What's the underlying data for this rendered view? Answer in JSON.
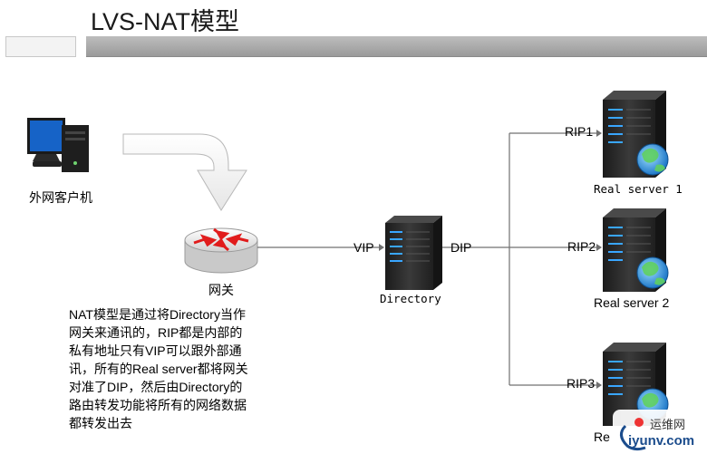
{
  "title": "LVS-NAT模型",
  "client_label": "外网客户机",
  "router_label": "网关",
  "vip_label": "VIP",
  "dip_label": "DIP",
  "directory_label": "Directory",
  "rip_labels": [
    "RIP1",
    "RIP2",
    "RIP3"
  ],
  "server_labels": [
    "Real server 1",
    "Real server 2",
    "Re"
  ],
  "description_lines": [
    "NAT模型是通过将Directory当作",
    "网关来通讯的，RIP都是内部的",
    "私有地址只有VIP可以跟外部通",
    "讯，所有的Real server都将网关",
    "对准了DIP，然后由Directory的",
    "路由转发功能将所有的网络数据",
    "都转发出去"
  ],
  "watermark": {
    "text": "运维网",
    "url": "iyunv.com"
  },
  "colors": {
    "line": "#707070",
    "router_arrow": "#e11c1c",
    "server_body": "#2a2a2a",
    "server_lights": "#39a6ff",
    "globe": "#5fb0e8"
  }
}
